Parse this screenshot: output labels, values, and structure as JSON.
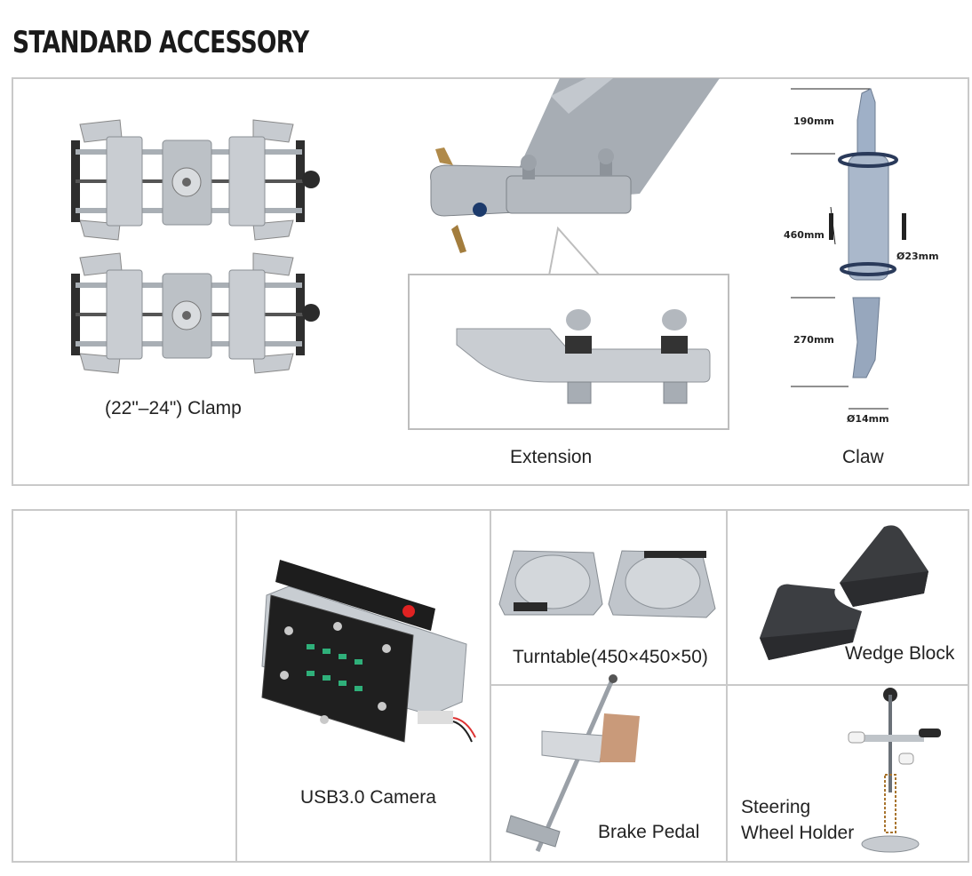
{
  "header": {
    "title": "STANDARD ACCESSORY"
  },
  "top": {
    "clamp": {
      "label": "(22\"–24\") Clamp"
    },
    "extension": {
      "label": "Extension"
    },
    "claw": {
      "label": "Claw",
      "dims": {
        "d190": "190mm",
        "d460": "460mm",
        "d270": "270mm",
        "dia23": "Ø23mm",
        "dia14": "Ø14mm"
      }
    }
  },
  "bottom": {
    "camera": {
      "label": "USB3.0 Camera"
    },
    "turntable": {
      "label": "Turntable(450×450×50)"
    },
    "wedge": {
      "label": "Wedge Block"
    },
    "brake": {
      "label": "Brake Pedal"
    },
    "steering": {
      "label_line1": "Steering",
      "label_line2": "Wheel Holder"
    }
  },
  "colors": {
    "border": "#c9c9c9",
    "metal": "#b9bec4",
    "dark": "#2b2b2b",
    "pcb": "#1f1f1f"
  }
}
